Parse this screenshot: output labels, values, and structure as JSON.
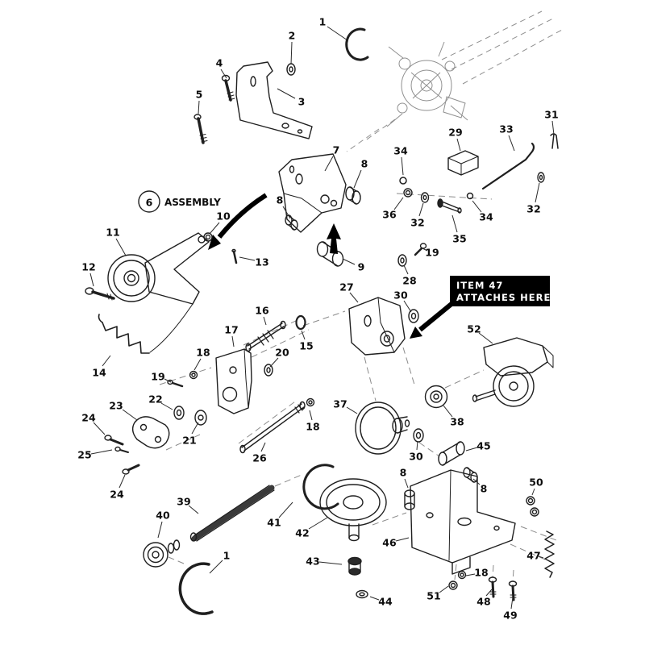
{
  "diagram": {
    "type": "exploded-parts-diagram",
    "background_color": "#ffffff",
    "line_color": "#1f1f1f",
    "sketch_color": "#8f8f8f",
    "assembly_number": "6",
    "assembly_label": "ASSEMBLY",
    "item_note": {
      "line1": "ITEM 47",
      "line2": "ATTACHES HERE",
      "bg_color": "#000000",
      "text_color": "#ffffff"
    },
    "callouts": [
      {
        "n": "1",
        "t": [
          400,
          27
        ],
        "l": [
          406,
          33,
          431,
          50
        ]
      },
      {
        "n": "2",
        "t": [
          362,
          44
        ],
        "l": [
          362,
          52,
          361,
          80
        ]
      },
      {
        "n": "3",
        "t": [
          374,
          126
        ],
        "l": [
          366,
          122,
          344,
          110
        ]
      },
      {
        "n": "4",
        "t": [
          272,
          78
        ],
        "l": [
          274,
          86,
          281,
          97
        ]
      },
      {
        "n": "5",
        "t": [
          247,
          117
        ],
        "l": [
          247,
          125,
          246,
          141
        ]
      },
      {
        "n": "7",
        "t": [
          417,
          186
        ],
        "l": [
          413,
          194,
          403,
          212
        ]
      },
      {
        "n": "8",
        "t": [
          452,
          203
        ],
        "l": [
          448,
          211,
          439,
          233
        ]
      },
      {
        "n": "8",
        "t": [
          347,
          248
        ],
        "l": [
          351,
          256,
          360,
          271
        ]
      },
      {
        "n": "9",
        "t": [
          448,
          331
        ],
        "l": [
          440,
          328,
          425,
          321
        ]
      },
      {
        "n": "10",
        "t": [
          277,
          268
        ],
        "l": [
          272,
          276,
          260,
          290
        ]
      },
      {
        "n": "11",
        "t": [
          140,
          288
        ],
        "l": [
          144,
          296,
          156,
          317
        ]
      },
      {
        "n": "12",
        "t": [
          110,
          331
        ],
        "l": [
          112,
          339,
          116,
          355
        ]
      },
      {
        "n": "13",
        "t": [
          325,
          325
        ],
        "l": [
          316,
          323,
          297,
          319
        ]
      },
      {
        "n": "14",
        "t": [
          123,
          462
        ],
        "l": [
          127,
          454,
          137,
          441
        ]
      },
      {
        "n": "15",
        "t": [
          380,
          429
        ],
        "l": [
          378,
          421,
          374,
          410
        ]
      },
      {
        "n": "16",
        "t": [
          325,
          385
        ],
        "l": [
          327,
          393,
          330,
          403
        ]
      },
      {
        "n": "17",
        "t": [
          287,
          409
        ],
        "l": [
          288,
          417,
          290,
          430
        ]
      },
      {
        "n": "18",
        "t": [
          252,
          437
        ],
        "l": [
          249,
          445,
          241,
          459
        ]
      },
      {
        "n": "19",
        "t": [
          196,
          467
        ],
        "l": [
          204,
          470,
          212,
          474
        ]
      },
      {
        "n": "20",
        "t": [
          350,
          437
        ],
        "l": [
          345,
          444,
          335,
          455
        ]
      },
      {
        "n": "21",
        "t": [
          235,
          546
        ],
        "l": [
          238,
          538,
          246,
          524
        ]
      },
      {
        "n": "22",
        "t": [
          193,
          495
        ],
        "l": [
          200,
          500,
          214,
          508
        ]
      },
      {
        "n": "23",
        "t": [
          144,
          503
        ],
        "l": [
          152,
          508,
          170,
          521
        ]
      },
      {
        "n": "24",
        "t": [
          110,
          518
        ],
        "l": [
          116,
          524,
          130,
          539
        ]
      },
      {
        "n": "25",
        "t": [
          105,
          564
        ],
        "l": [
          113,
          563,
          139,
          558
        ]
      },
      {
        "n": "24",
        "t": [
          145,
          613
        ],
        "l": [
          148,
          605,
          155,
          589
        ]
      },
      {
        "n": "26",
        "t": [
          322,
          568
        ],
        "l": [
          324,
          560,
          329,
          549
        ]
      },
      {
        "n": "27",
        "t": [
          430,
          356
        ],
        "l": [
          434,
          363,
          444,
          375
        ]
      },
      {
        "n": "28",
        "t": [
          508,
          348
        ],
        "l": [
          506,
          340,
          501,
          329
        ]
      },
      {
        "n": "29",
        "t": [
          565,
          164
        ],
        "l": [
          567,
          172,
          571,
          187
        ]
      },
      {
        "n": "30",
        "t": [
          497,
          366
        ],
        "l": [
          501,
          373,
          510,
          387
        ]
      },
      {
        "n": "30",
        "t": [
          516,
          566
        ],
        "l": [
          517,
          558,
          518,
          547
        ]
      },
      {
        "n": "31",
        "t": [
          684,
          142
        ],
        "l": [
          685,
          150,
          687,
          167
        ]
      },
      {
        "n": "32",
        "t": [
          518,
          276
        ],
        "l": [
          520,
          268,
          525,
          252
        ]
      },
      {
        "n": "32",
        "t": [
          662,
          259
        ],
        "l": [
          664,
          251,
          669,
          227
        ]
      },
      {
        "n": "33",
        "t": [
          628,
          160
        ],
        "l": [
          631,
          168,
          638,
          187
        ]
      },
      {
        "n": "34",
        "t": [
          497,
          187
        ],
        "l": [
          498,
          195,
          500,
          217
        ]
      },
      {
        "n": "34",
        "t": [
          603,
          269
        ],
        "l": [
          597,
          263,
          586,
          249
        ]
      },
      {
        "n": "35",
        "t": [
          570,
          296
        ],
        "l": [
          567,
          288,
          561,
          267
        ]
      },
      {
        "n": "36",
        "t": [
          483,
          266
        ],
        "l": [
          489,
          260,
          500,
          245
        ]
      },
      {
        "n": "37",
        "t": [
          422,
          501
        ],
        "l": [
          430,
          505,
          443,
          513
        ]
      },
      {
        "n": "38",
        "t": [
          567,
          523
        ],
        "l": [
          561,
          517,
          550,
          503
        ]
      },
      {
        "n": "39",
        "t": [
          228,
          622
        ],
        "l": [
          234,
          627,
          246,
          637
        ]
      },
      {
        "n": "40",
        "t": [
          202,
          639
        ],
        "l": [
          201,
          647,
          196,
          667
        ]
      },
      {
        "n": "41",
        "t": [
          340,
          648
        ],
        "l": [
          346,
          642,
          363,
          623
        ]
      },
      {
        "n": "42",
        "t": [
          375,
          661
        ],
        "l": [
          383,
          656,
          406,
          642
        ]
      },
      {
        "n": "43",
        "t": [
          388,
          696
        ],
        "l": [
          396,
          697,
          424,
          700
        ]
      },
      {
        "n": "44",
        "t": [
          478,
          746
        ],
        "l": [
          470,
          744,
          459,
          740
        ]
      },
      {
        "n": "45",
        "t": [
          600,
          553
        ],
        "l": [
          592,
          555,
          578,
          559
        ]
      },
      {
        "n": "46",
        "t": [
          483,
          673
        ],
        "l": [
          491,
          671,
          507,
          667
        ]
      },
      {
        "n": "47",
        "t": [
          662,
          689
        ],
        "l": [
          668,
          690,
          674,
          692
        ]
      },
      {
        "n": "48",
        "t": [
          600,
          746
        ],
        "l": [
          603,
          739,
          610,
          731
        ]
      },
      {
        "n": "49",
        "t": [
          633,
          763
        ],
        "l": [
          634,
          755,
          636,
          741
        ]
      },
      {
        "n": "50",
        "t": [
          665,
          598
        ],
        "l": [
          663,
          606,
          660,
          614
        ]
      },
      {
        "n": "51",
        "t": [
          538,
          739
        ],
        "l": [
          545,
          735,
          556,
          727
        ]
      },
      {
        "n": "52",
        "t": [
          588,
          408
        ],
        "l": [
          594,
          413,
          611,
          426
        ]
      },
      {
        "n": "8",
        "t": [
          500,
          586
        ],
        "l": [
          502,
          594,
          506,
          605
        ]
      },
      {
        "n": "8",
        "t": [
          600,
          606
        ],
        "l": [
          595,
          601,
          587,
          594
        ]
      },
      {
        "n": "18",
        "t": [
          388,
          529
        ],
        "l": [
          387,
          521,
          384,
          509
        ]
      },
      {
        "n": "18",
        "t": [
          597,
          710
        ],
        "l": [
          589,
          712,
          578,
          714
        ]
      },
      {
        "n": "19",
        "t": [
          536,
          313
        ],
        "l": [
          530,
          311,
          524,
          308
        ]
      },
      {
        "n": "1",
        "t": [
          281,
          689
        ],
        "l": [
          276,
          695,
          260,
          711
        ]
      }
    ]
  }
}
